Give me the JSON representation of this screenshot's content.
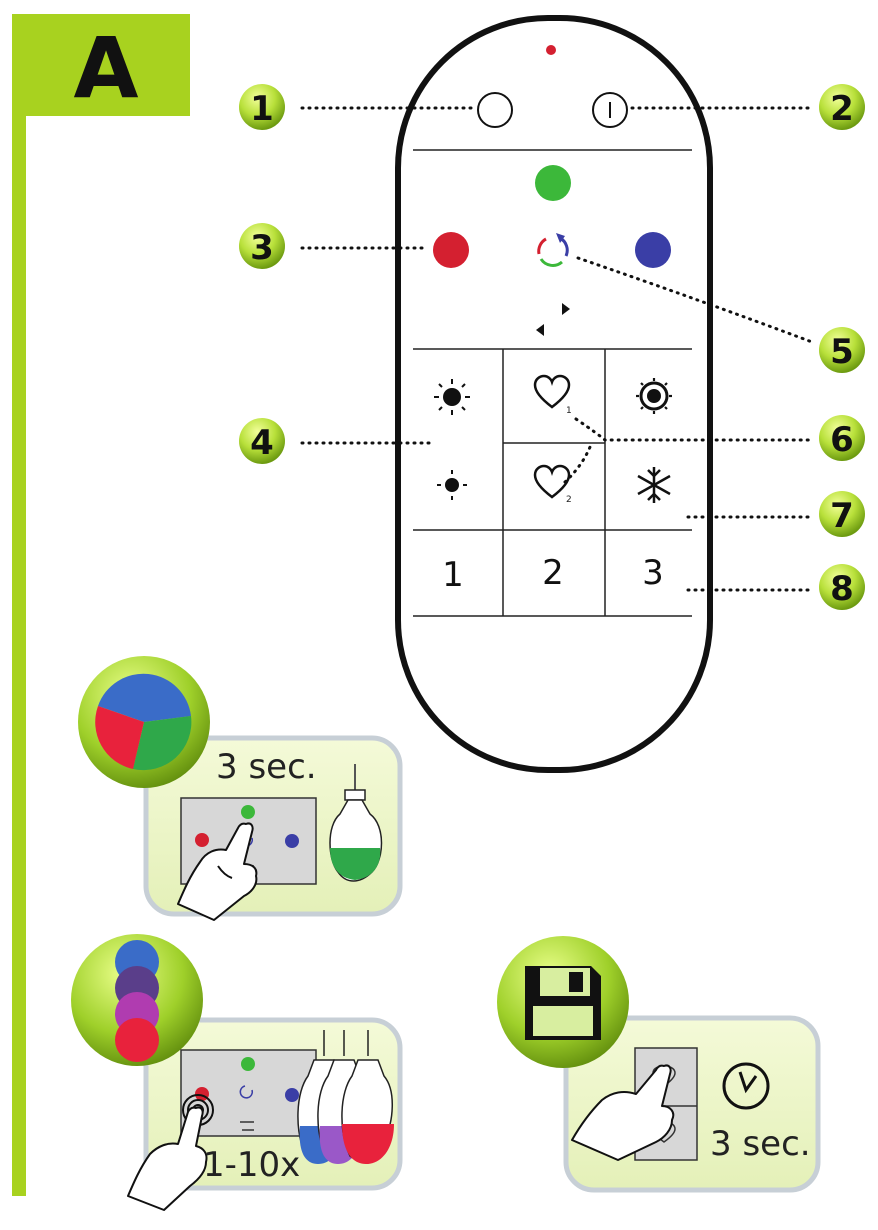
{
  "section_letter": "A",
  "callouts": [
    "1",
    "2",
    "3",
    "4",
    "5",
    "6",
    "7",
    "8"
  ],
  "remote": {
    "scene_buttons": [
      "1",
      "2",
      "3"
    ],
    "favorite_subscripts": [
      "1",
      "2"
    ],
    "colors": {
      "red": "#d42030",
      "green": "#3cb83a",
      "blue": "#3a3ea6",
      "accent": "#a8d21f"
    }
  },
  "panels": [
    {
      "caption": "3 sec."
    },
    {
      "caption": "1-10x"
    },
    {
      "caption": "3 sec."
    }
  ]
}
